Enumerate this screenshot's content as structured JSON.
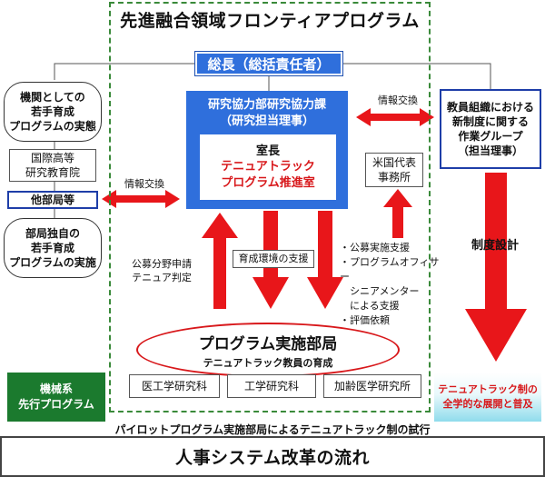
{
  "title": "先進融合領域フロンティアプログラム",
  "president": "総長（総括責任者）",
  "research_dept": {
    "line1": "研究協力部研究協力課",
    "line2": "（研究担当理事）"
  },
  "office_head": {
    "lead": "室長",
    "line1": "テニュアトラック",
    "line2": "プログラム推進室"
  },
  "left": {
    "institutional": {
      "line1": "機関としての",
      "line2": "若手育成",
      "line3": "プログラムの実態"
    },
    "kokusai": {
      "line1": "国際高等",
      "line2": "研究教育院"
    },
    "other_depts": "他部局等",
    "dept_own": {
      "line1": "部局独自の",
      "line2": "若手育成",
      "line3": "プログラムの実施"
    }
  },
  "right": {
    "working_group": {
      "line1": "教員組織における",
      "line2": "新制度に関する",
      "line3": "作業グループ",
      "line4": "（担当理事）"
    },
    "us_office": {
      "line1": "米国代表",
      "line2": "事務所"
    },
    "system_design": "制度設計"
  },
  "labels": {
    "info_exchange_left": "情報交換",
    "info_exchange_right": "情報交換",
    "recruit": {
      "line1": "公募分野申請",
      "line2": "テニュア判定"
    },
    "env_support": "育成環境の支援",
    "support_list": [
      "・公募実施支援",
      "・プログラムオフィサー",
      "　シニアメンター",
      "　による支援",
      "・評価依頼"
    ]
  },
  "program_dept": {
    "title": "プログラム実施部局",
    "subtitle": "テニュアトラック教員の育成"
  },
  "schools": [
    "医工学研究科",
    "工学研究科",
    "加齢医学研究所"
  ],
  "mech": {
    "line1": "機械系",
    "line2": "先行プログラム"
  },
  "nationwide": {
    "line1": "テニュアトラック制の",
    "line2": "全学的な展開と普及"
  },
  "pilot": "パイロットプログラム実施部局によるテニュアトラック制の試行",
  "reform": "人事システム改革の流れ",
  "colors": {
    "blue": "#2f6fdc",
    "red": "#d8181b",
    "green": "#1b7a2e",
    "frame": "#3a8a3a"
  }
}
